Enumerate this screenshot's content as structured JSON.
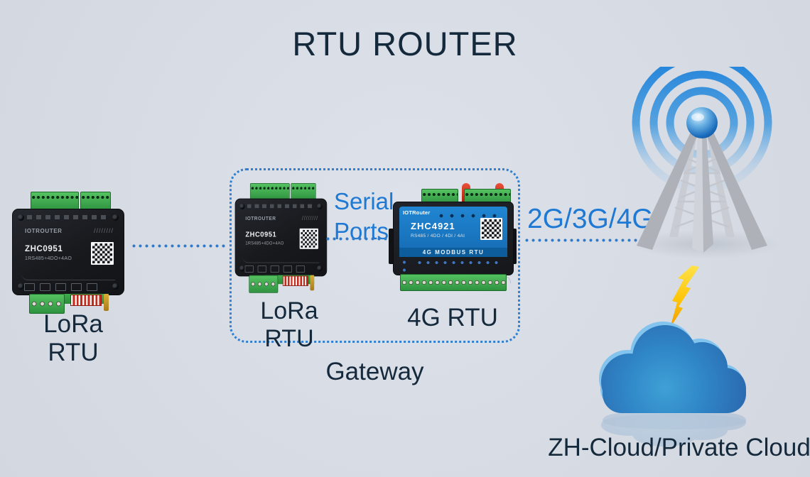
{
  "title": "RTU ROUTER",
  "colors": {
    "background": "#d8dce4",
    "heading_text": "#15293c",
    "accent_blue": "#1d79d4",
    "dotted_line_blue": "#3179c9",
    "gateway_border_blue": "#2f80d2",
    "device_body_black": "#1a1c21",
    "terminal_green": "#3fae4c",
    "dip_switch_red": "#c8271a",
    "panel_blue": "#1a77c3",
    "antenna_red": "#d34128",
    "tower_gray": "#b5b9bf",
    "lightning_yellow": "#fdc508",
    "cloud_blue": "#2f7ec2"
  },
  "devices": {
    "left_rtu": {
      "label": "LoRa RTU",
      "brand": "IOTROUTER",
      "model": "ZHC0951",
      "spec": "1RS485+4DO+4AO",
      "hatch": "////////"
    },
    "gateway_lora_rtu": {
      "label": "LoRa RTU",
      "brand": "IOTROUTER",
      "model": "ZHC0951",
      "spec": "1RS485+4DO+4AO",
      "hatch": "////////"
    },
    "gateway_4g_rtu": {
      "label": "4G RTU",
      "brand": "IOTRouter",
      "model": "ZHC4921",
      "spec": "RS485 / 4DO / 4DI / 4AI",
      "banner": "4G MODBUS RTU"
    }
  },
  "gateway": {
    "label": "Gateway",
    "serial_line1": "Serial",
    "serial_line2": "Ports"
  },
  "uplink": {
    "label": "2G/3G/4G"
  },
  "cloud": {
    "label": "ZH-Cloud/Private Cloud"
  },
  "icons": {
    "cell_tower": "cell-tower-icon",
    "lightning": "lightning-icon",
    "cloud": "cloud-icon",
    "qr_code": "qr-code-icon"
  }
}
